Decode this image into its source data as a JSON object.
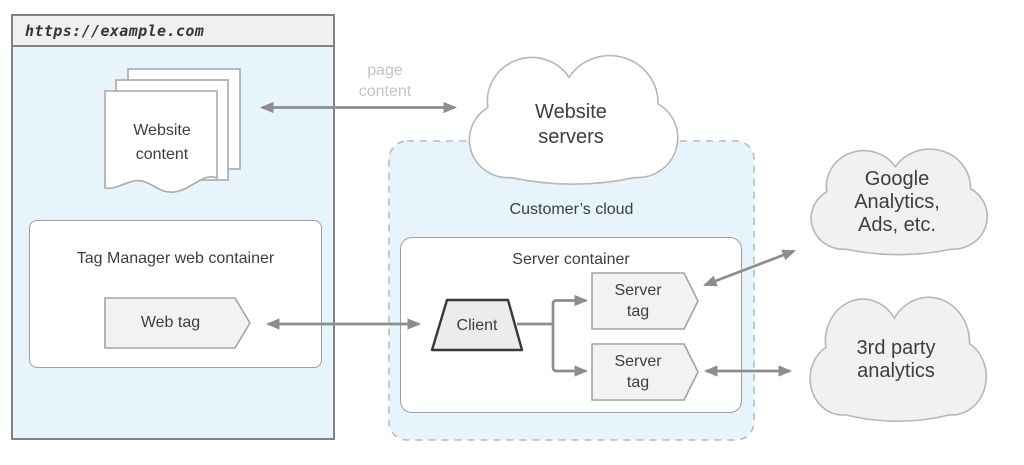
{
  "colors": {
    "panel_blue": "#e8f4fc",
    "dash_border": "#aebfc9",
    "box_border": "#9e9e9e",
    "browser_border": "#828282",
    "titlebar_bg": "#f0f0f0",
    "shape_fill": "#f2f2f2",
    "cloud_fill": "#f1f1f2",
    "cloud_border": "#b7b7b7",
    "arrow": "#8d8d8d",
    "text": "#3b3e42",
    "muted_label": "#c3c6c8"
  },
  "browser": {
    "url": "https://example.com",
    "website_content_label": "Website\ncontent"
  },
  "tag_manager": {
    "title": "Tag Manager web container",
    "web_tag_label": "Web tag"
  },
  "flow": {
    "page_content_label": "page\ncontent"
  },
  "clouds": {
    "website_servers": "Website\nservers",
    "google": "Google\nAnalytics,\nAds, etc.",
    "third_party": "3rd party\nanalytics"
  },
  "customer_cloud": {
    "title": "Customer’s cloud",
    "server_container_title": "Server container",
    "client_label": "Client",
    "server_tag_top_label": "Server\ntag",
    "server_tag_bottom_label": "Server\ntag"
  }
}
